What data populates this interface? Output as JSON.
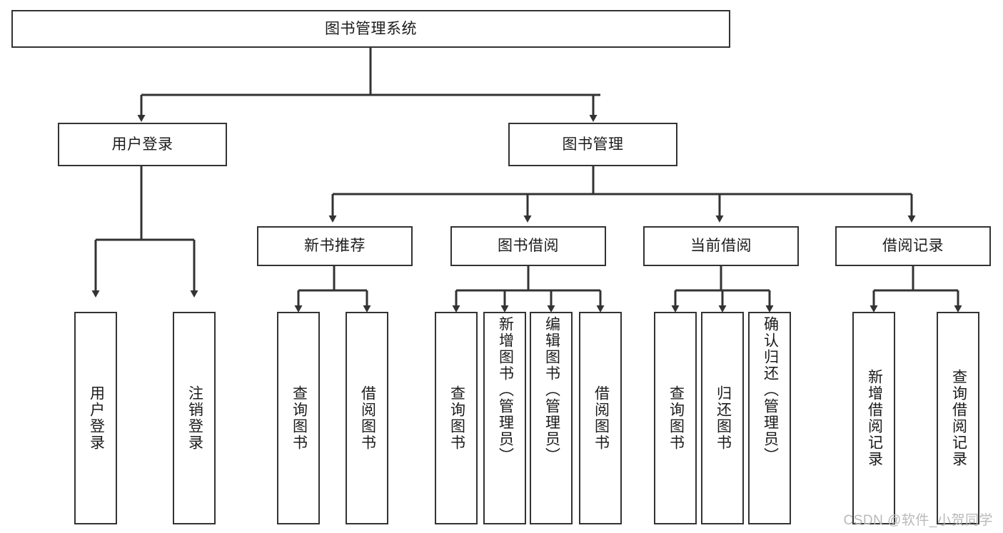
{
  "diagram": {
    "type": "hierarchy-tree",
    "title": "图书管理系统",
    "root": {
      "label": "图书管理系统"
    },
    "level1": [
      {
        "label": "用户登录"
      },
      {
        "label": "图书管理"
      }
    ],
    "level2": [
      {
        "label": "新书推荐"
      },
      {
        "label": "图书借阅"
      },
      {
        "label": "当前借阅"
      },
      {
        "label": "借阅记录"
      }
    ],
    "leaves": {
      "user_login": [
        {
          "label": "用户登录"
        },
        {
          "label": "注销登录"
        }
      ],
      "new_book_recommend": [
        {
          "label": "查询图书"
        },
        {
          "label": "借阅图书"
        }
      ],
      "book_borrow": [
        {
          "label": "查询图书"
        },
        {
          "label": "新增图书（管理员）"
        },
        {
          "label": "编辑图书（管理员）"
        },
        {
          "label": "借阅图书"
        }
      ],
      "current_borrow": [
        {
          "label": "查询图书"
        },
        {
          "label": "归还图书"
        },
        {
          "label": "确认归还（管理员）"
        }
      ],
      "borrow_record": [
        {
          "label": "新增借阅记录"
        },
        {
          "label": "查询借阅记录"
        }
      ]
    }
  },
  "watermark": {
    "text": "CSDN @软件_小贺同学"
  },
  "colors": {
    "stroke": "#333333",
    "fill": "#ffffff",
    "text": "#1b1b1b",
    "watermark": "#b9b9b9"
  }
}
